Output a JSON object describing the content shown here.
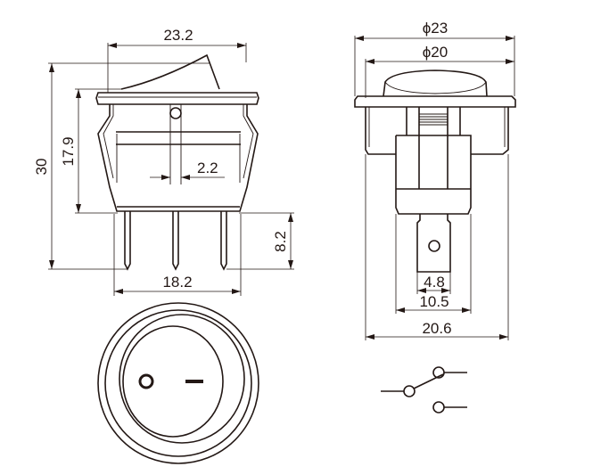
{
  "title": "Round rocker switch dimension drawing",
  "colors": {
    "line": "#231815",
    "background": "#ffffff"
  },
  "dimensions": {
    "side_width": "23.2",
    "total_height": "30",
    "body_height": "17.9",
    "pin_width": "2.2",
    "pin_length": "8.2",
    "pin_span": "18.2",
    "outer_diameter": "ϕ23",
    "cap_diameter": "ϕ20",
    "tab_width": "4.8",
    "body_depth": "10.5",
    "base_width": "20.6"
  }
}
